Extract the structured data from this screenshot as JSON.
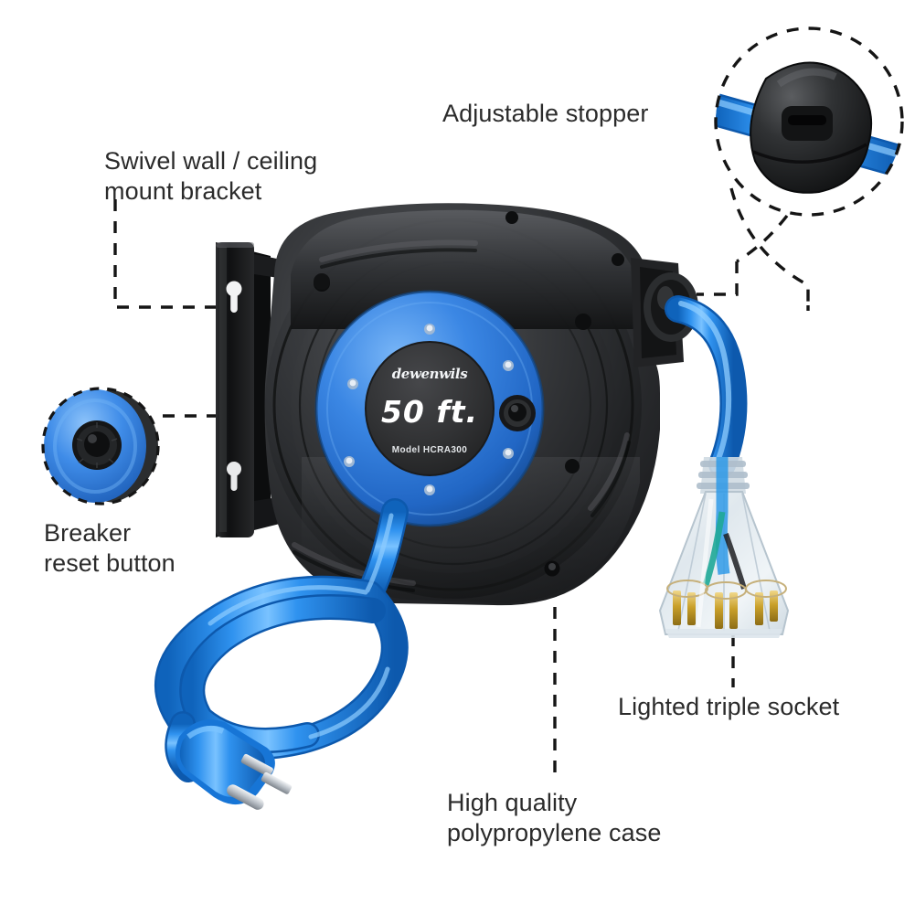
{
  "product": {
    "name": "Retractable extension cord reel",
    "brand": "dewenwils",
    "length_label": "50 ft.",
    "model_label": "Model HCRA300",
    "colors": {
      "cable_blue": "#1d82e8",
      "cable_blue_light": "#4aa6f5",
      "cable_blue_dark": "#0d5fb5",
      "drum_blue": "#2f7fe0",
      "drum_blue_light": "#63a9f0",
      "drum_blue_dark": "#1b56a8",
      "case_black": "#2a2b2d",
      "case_black_light": "#4a4b4e",
      "case_black_dark": "#werte",
      "bracket_black": "#141516",
      "hub_label_black": "#303133",
      "socket_clear": "#e9eef2",
      "brass": "#c9a227",
      "background": "#ffffff",
      "text": "#2b2b2b",
      "leader_line": "#1a1a1a"
    }
  },
  "callouts": [
    {
      "id": "stopper",
      "label": "Adjustable stopper",
      "leader": "from-circle-down-left-to-cable-exit"
    },
    {
      "id": "bracket",
      "label": "Swivel wall / ceiling\nmount bracket",
      "leader": "down-then-right-to-bracket"
    },
    {
      "id": "breaker",
      "label": "Breaker\nreset button",
      "leader": "horizontal-right-to-hub"
    },
    {
      "id": "socket",
      "label": "Lighted triple socket",
      "leader": "vertical-up-to-socket"
    },
    {
      "id": "case",
      "label": "High quality\npolypropylene case",
      "leader": "vertical-up-to-case"
    }
  ],
  "insets": [
    {
      "id": "stopper-inset",
      "depicts": "black-rubber-stopper-on-blue-cable",
      "outline": "dashed-circle"
    },
    {
      "id": "breaker-inset",
      "depicts": "blue-reel-face-with-black-reset-button",
      "outline": "dashed-circle"
    }
  ]
}
